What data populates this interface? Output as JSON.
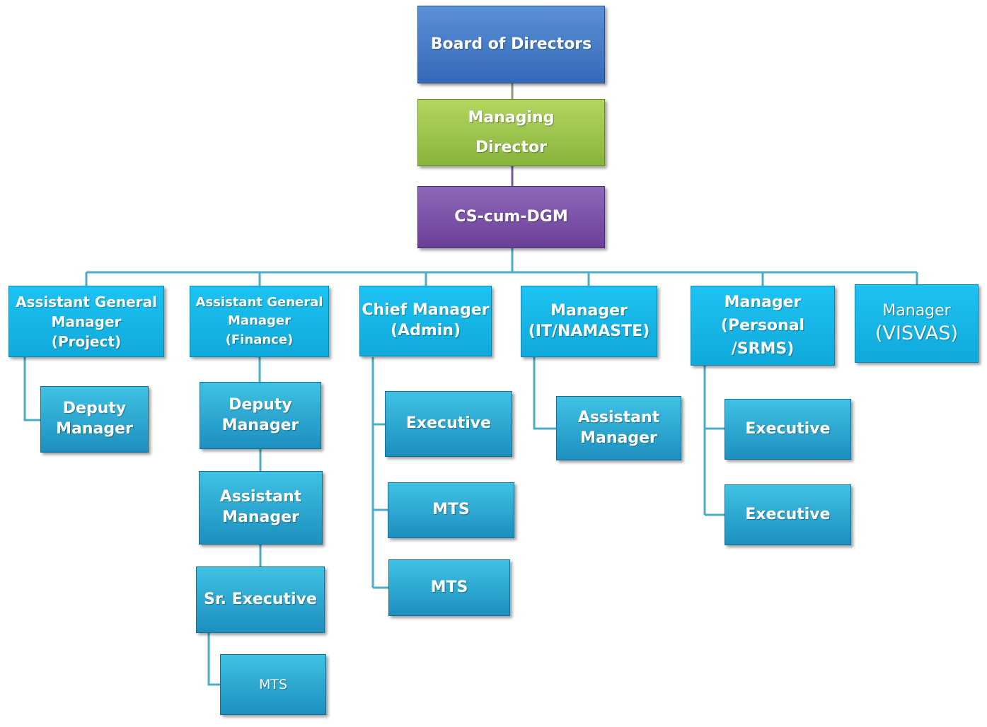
{
  "org_chart": {
    "board": [
      "Board of Directors"
    ],
    "md": [
      "Managing",
      "Director"
    ],
    "cs": [
      "CS-cum-DGM"
    ],
    "agm_project": [
      "Assistant General",
      "Manager",
      "(Project)"
    ],
    "agm_finance": [
      "Assistant General",
      "Manager",
      "(Finance)"
    ],
    "chief_manager": [
      "Chief Manager",
      "(Admin)"
    ],
    "mgr_it": [
      "Manager",
      "(IT/NAMASTE)"
    ],
    "mgr_personal": [
      "Manager",
      "(Personal /SRMS)"
    ],
    "mgr_visvas": [
      "Manager",
      "(VISVAS)"
    ],
    "deputy_project": [
      "Deputy",
      "Manager"
    ],
    "deputy_finance": [
      "Deputy",
      "Manager"
    ],
    "asst_finance": [
      "Assistant",
      "Manager"
    ],
    "sr_exec": [
      "Sr. Executive"
    ],
    "mts_finance": [
      "MTS"
    ],
    "exec_admin": [
      "Executive"
    ],
    "mts_admin_1": [
      "MTS"
    ],
    "mts_admin_2": [
      "MTS"
    ],
    "asst_it": [
      "Assistant",
      "Manager"
    ],
    "exec_personal_1": [
      "Executive"
    ],
    "exec_personal_2": [
      "Executive"
    ]
  },
  "colors": {
    "connector": "#4bacc6",
    "connector_top": "#8e9a7a",
    "connector_purple": "#7a5a9e"
  }
}
